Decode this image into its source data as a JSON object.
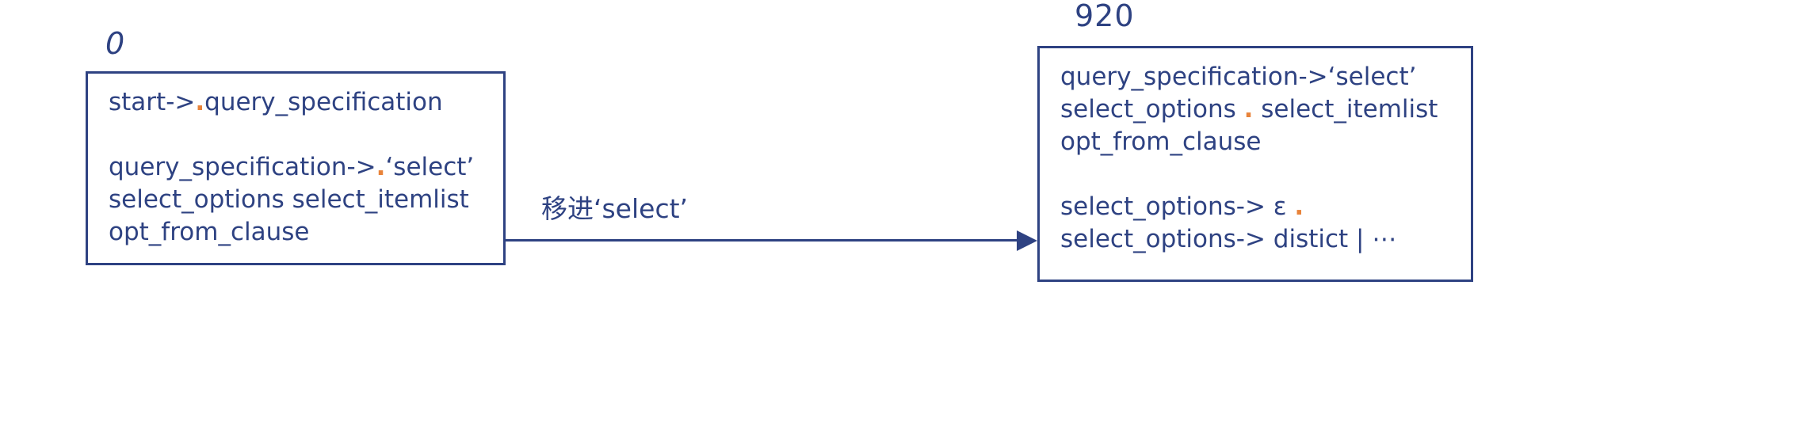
{
  "diagram": {
    "type": "lr-parser-state-transition",
    "colors": {
      "ink": "#2e4282",
      "dot_marker": "#e8833a",
      "background": "#ffffff"
    },
    "left_state": {
      "id_label": "0",
      "items": [
        {
          "prefix": "start->",
          "dot": ".",
          "suffix": "query_specification"
        },
        {
          "blank": true
        },
        {
          "prefix": "query_specification->",
          "dot": ".",
          "suffix": "‘select’"
        },
        {
          "prefix": "select_options select_itemlist",
          "dot": "",
          "suffix": ""
        },
        {
          "prefix": "opt_from_clause",
          "dot": "",
          "suffix": ""
        }
      ]
    },
    "transition": {
      "label": "移进‘select’",
      "direction": "left-to-right",
      "arrowhead": "filled-triangle"
    },
    "right_state": {
      "id_label": "920",
      "items": [
        {
          "prefix": "query_specification->‘select’",
          "dot": "",
          "suffix": ""
        },
        {
          "prefix": "select_options ",
          "dot": ".",
          "suffix": " select_itemlist"
        },
        {
          "prefix": "opt_from_clause",
          "dot": "",
          "suffix": ""
        },
        {
          "blank": true
        },
        {
          "prefix": "select_options-> ε ",
          "dot": ".",
          "suffix": ""
        },
        {
          "prefix": "select_options-> distict | ⋯",
          "dot": "",
          "suffix": ""
        }
      ]
    }
  }
}
